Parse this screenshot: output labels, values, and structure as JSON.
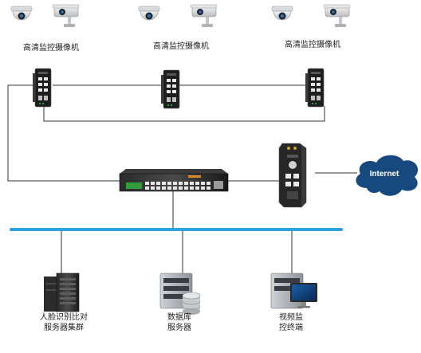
{
  "camera_groups": [
    {
      "label": "高清监控摄像机"
    },
    {
      "label": "高清监控摄像机"
    },
    {
      "label": "高清监控摄像机"
    }
  ],
  "cloud": {
    "label": "Internet"
  },
  "endpoints": {
    "face": {
      "line1": "人脸识别比对",
      "line2": "服务器集群"
    },
    "db": {
      "line1": "数据库",
      "line2": "服务器"
    },
    "monitor": {
      "line1": "视频监",
      "line2": "控终端"
    }
  },
  "colors": {
    "backbone": "#2aa4e0",
    "cable": "#333333",
    "device_dark": "#1e1e1e",
    "cloud": "#17497f",
    "port_green": "#2ecc40"
  }
}
